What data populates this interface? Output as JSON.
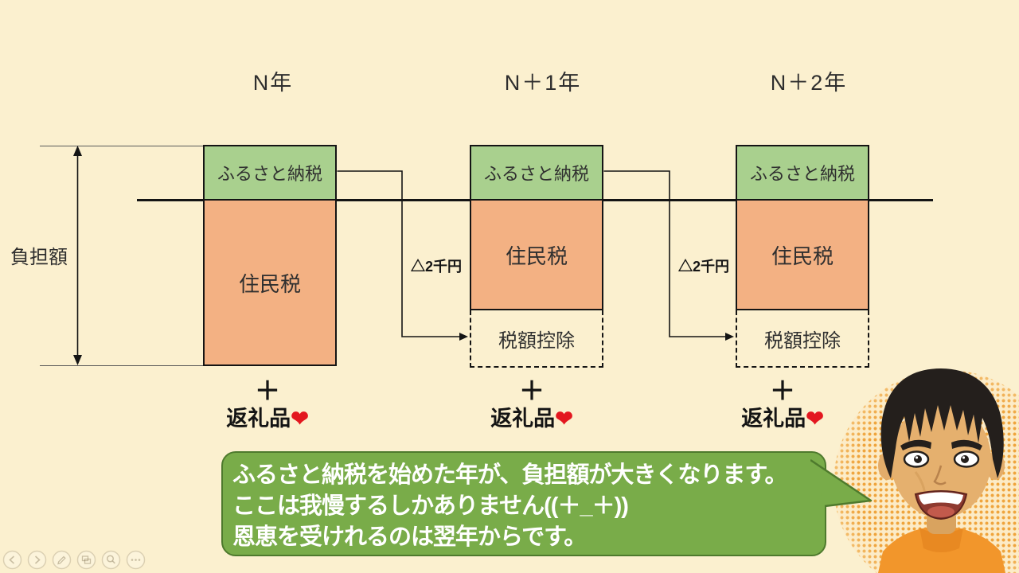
{
  "slide": {
    "background_color": "#FBF0CF",
    "burden_label": "負担額",
    "columns": [
      {
        "year": "N年",
        "green_label": "ふるさと納税",
        "orange_label": "住民税",
        "plus": "＋",
        "gift": "返礼品",
        "heart": "❤"
      },
      {
        "year": "N＋1年",
        "green_label": "ふるさと納税",
        "orange_label": "住民税",
        "deduction_label": "税額控除",
        "delta_label": "△2千円",
        "plus": "＋",
        "gift": "返礼品",
        "heart": "❤"
      },
      {
        "year": "N＋2年",
        "green_label": "ふるさと納税",
        "orange_label": "住民税",
        "deduction_label": "税額控除",
        "delta_label": "△2千円",
        "plus": "＋",
        "gift": "返礼品",
        "heart": "❤"
      }
    ],
    "bubble": {
      "line1": "ふるさと納税を始めた年が、負担額が大きくなります。",
      "line2": "ここは我慢するしかありません((＋_＋))",
      "line3": "恩恵を受けれるのは翌年からです。",
      "fill_color": "#79AC49",
      "border_color": "#4E7A2D",
      "text_color": "#FFFFFF"
    },
    "colors": {
      "green_box": "#A9D08E",
      "orange_box": "#F3B183",
      "heart_red": "#E3171F",
      "line_black": "#141414"
    },
    "controls": {
      "previous": "previous-slide",
      "next": "next-slide",
      "pen": "pen-tools",
      "slides": "see-all-slides",
      "zoom": "zoom-into-slide",
      "more": "more-options"
    }
  }
}
